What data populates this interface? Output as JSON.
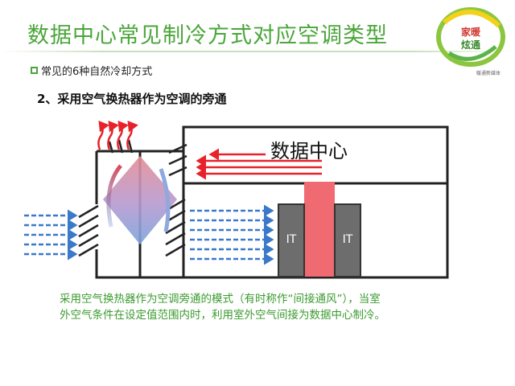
{
  "slide": {
    "title": "数据中心常见制冷方式对应空调类型",
    "subtitle": "常见的6种自然冷却方式",
    "section": "2、采用空气换热器作为空调的旁通",
    "caption_line1": "采用空气换热器作为空调旁通的模式（有时称作“间接通风”），当室",
    "caption_line2": "外空气条件在设定值范围内时，利用室外空气间接为数据中心制冷。",
    "brand_small": "暖通新媒体"
  },
  "logo": {
    "line1": "家暖",
    "line2": "炫通"
  },
  "diagram": {
    "room_label": "数据中心",
    "rack_left_label": "IT",
    "rack_right_label": "IT"
  },
  "colors": {
    "title_green": "#4aa63a",
    "hot_red": "#e8222a",
    "cold_blue": "#3a78c9",
    "hot_aisle": "#f06a72",
    "rack_gray": "#6d6d6d"
  }
}
